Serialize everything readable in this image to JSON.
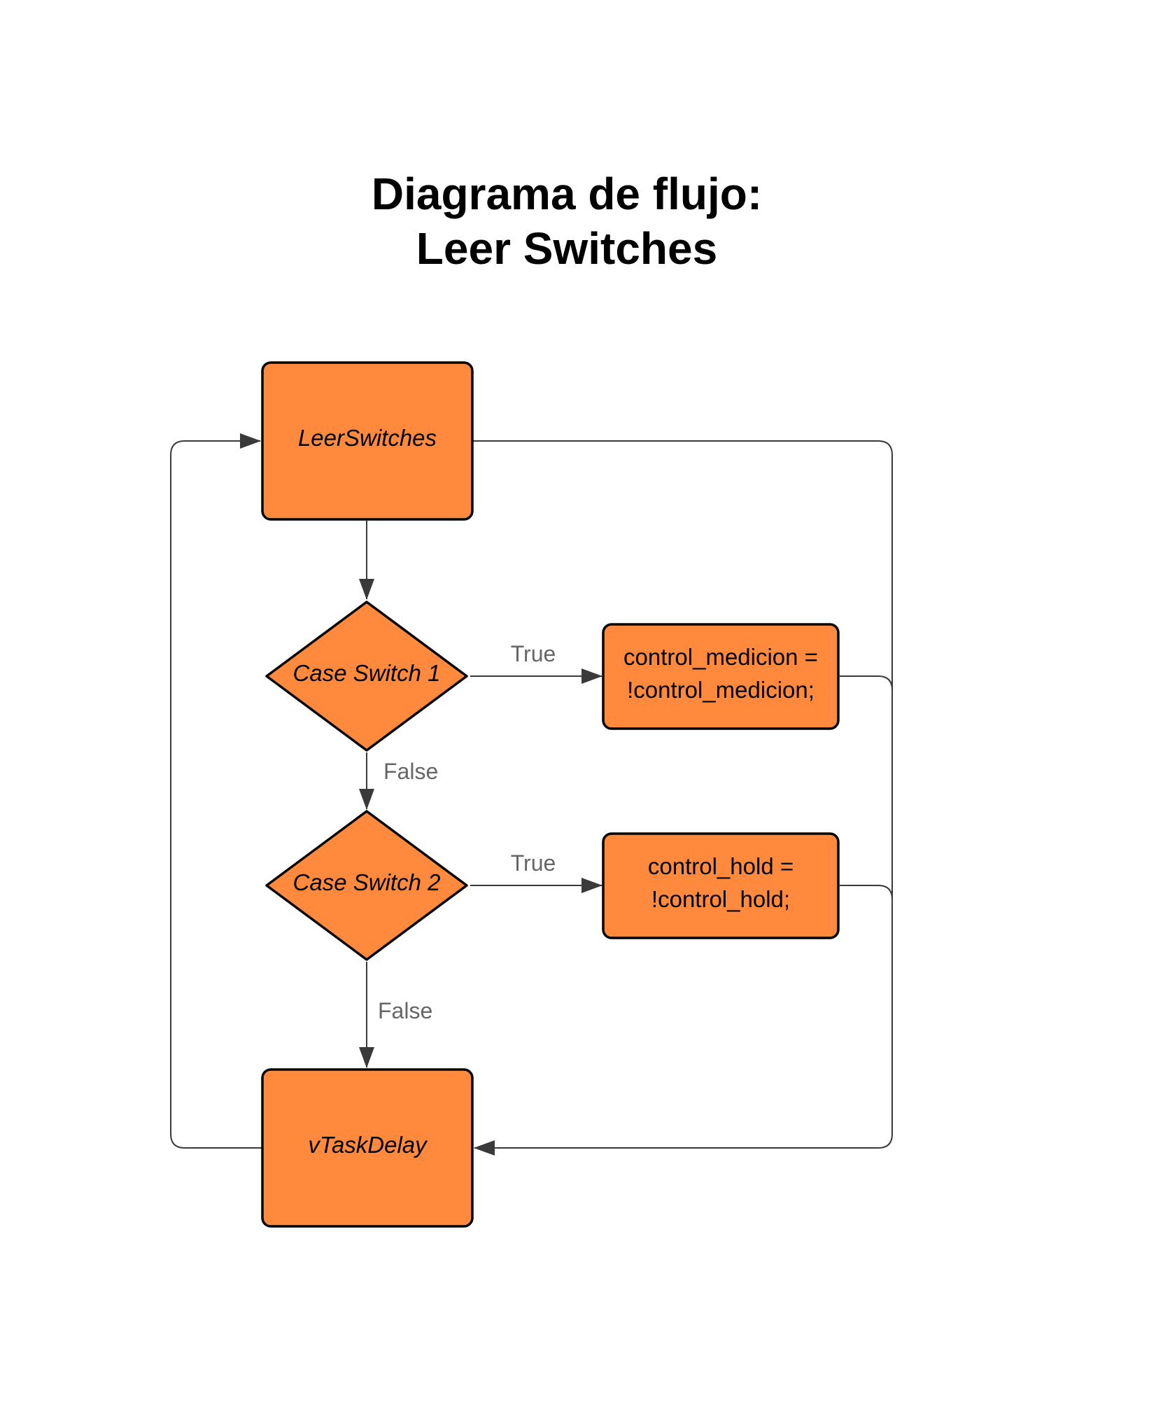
{
  "title": {
    "line1": "Diagrama de flujo:",
    "line2": "Leer Switches"
  },
  "colors": {
    "node_fill": "#FF8A3D",
    "node_stroke": "#000000",
    "edge": "#3A3A3A",
    "label": "#666666"
  },
  "nodes": {
    "leer_switches": "LeerSwitches",
    "case_switch_1": "Case Switch 1",
    "control_medicion_line1": "control_medicion =",
    "control_medicion_line2": "!control_medicion;",
    "case_switch_2": "Case Switch 2",
    "control_hold_line1": "control_hold =",
    "control_hold_line2": "!control_hold;",
    "vtaskdelay": "vTaskDelay"
  },
  "edges": {
    "true_1": "True",
    "false_1": "False",
    "true_2": "True",
    "false_2": "False"
  }
}
